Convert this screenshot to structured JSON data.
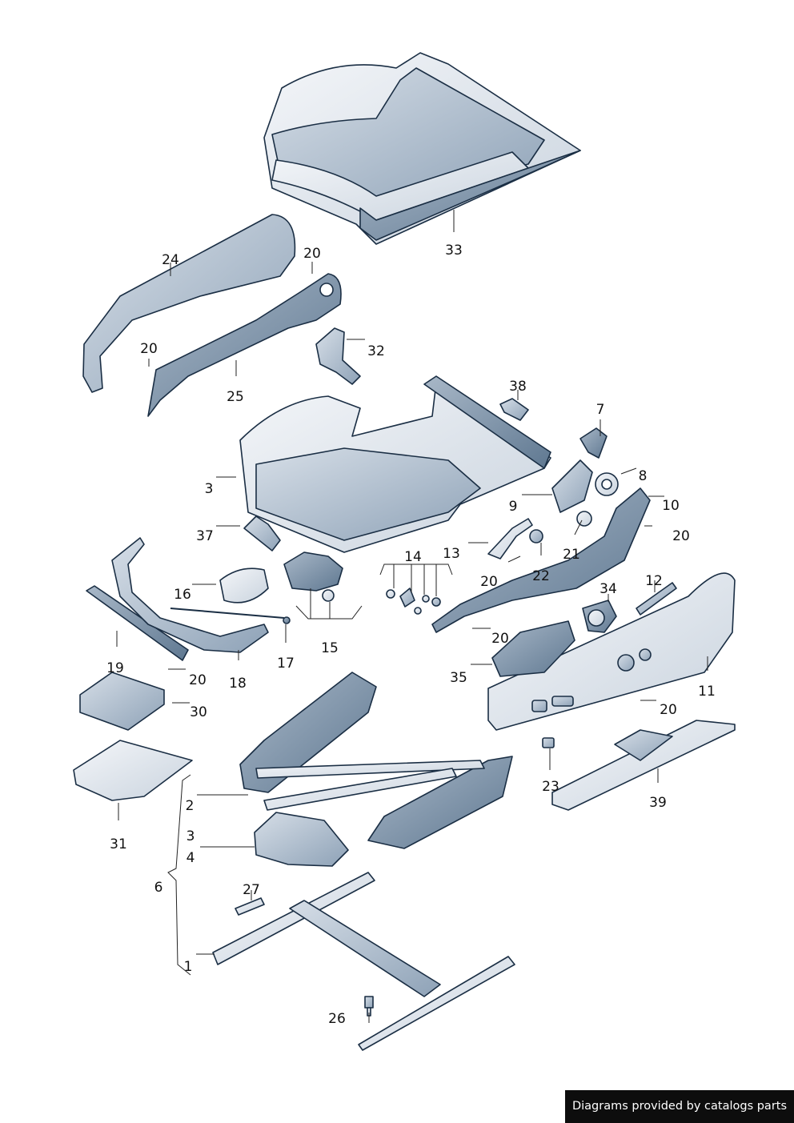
{
  "callouts": [
    "33",
    "24",
    "20",
    "32",
    "25",
    "38",
    "7",
    "3",
    "8",
    "9",
    "10",
    "20",
    "37",
    "13",
    "21",
    "14",
    "22",
    "20",
    "12",
    "16",
    "34",
    "20",
    "17",
    "15",
    "19",
    "20",
    "18",
    "35",
    "11",
    "30",
    "20",
    "23",
    "39",
    "31",
    "2",
    "3",
    "4",
    "6",
    "27",
    "1",
    "26"
  ],
  "footer": {
    "credit": "Diagrams provided by catalogs parts"
  },
  "colors": {
    "line": "#1a2e44",
    "light": "#e4e9ef",
    "mid": "#b9c6d3",
    "dark": "#7f95ab"
  }
}
